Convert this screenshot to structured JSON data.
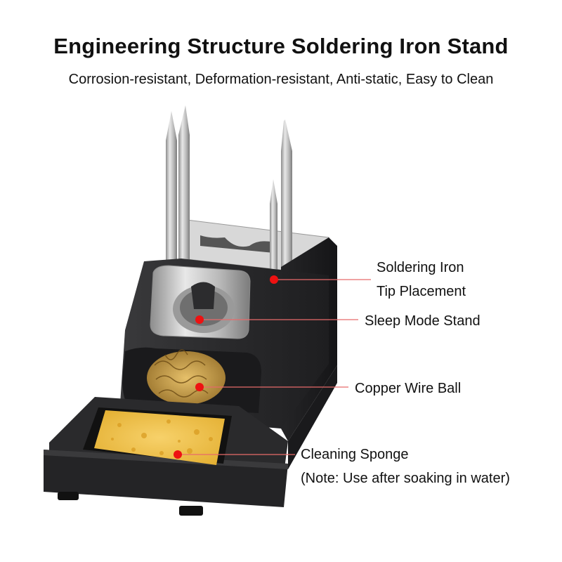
{
  "title": "Engineering Structure Soldering Iron Stand",
  "subtitle": "Corrosion-resistant, Deformation-resistant, Anti-static, Easy to Clean",
  "callouts": [
    {
      "line1": "Soldering Iron",
      "line2": "Tip Placement"
    },
    {
      "line1": "Sleep Mode Stand"
    },
    {
      "line1": "Copper Wire Ball"
    },
    {
      "line1": "Cleaning Sponge",
      "line2": "(Note: Use after soaking in water)"
    }
  ],
  "colors": {
    "marker": "#ee1111",
    "leader_line": "#e86a6a",
    "stand_body": "#2c2c2e",
    "metal": "#c9c9c9",
    "sponge": "#f2c54a",
    "copper": "#c99a3a"
  }
}
